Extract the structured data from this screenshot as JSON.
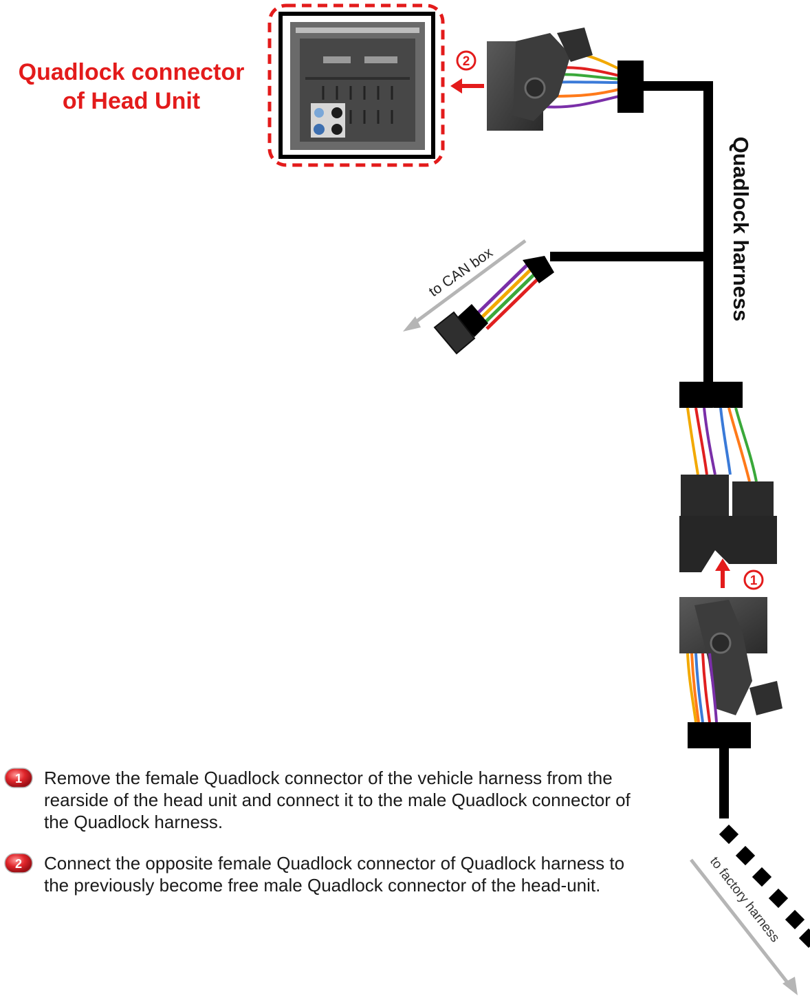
{
  "head_unit_label": {
    "line1": "Quadlock connector",
    "line2": "of Head Unit"
  },
  "harness_label": "Quadlock harness",
  "can_box_label": "to CAN box",
  "factory_label": "to factory harness",
  "markers": {
    "step1": "1",
    "step2": "2"
  },
  "steps": [
    {
      "number": "1",
      "text": "Remove the female Quadlock connector of the vehicle harness from the rearside of the head unit and connect it to the male Quadlock connector of the Quadlock harness."
    },
    {
      "number": "2",
      "text": "Connect the opposite female Quadlock connector of Quadlock harness to the previously become free male Quadlock connector of the head-unit."
    }
  ],
  "colors": {
    "accent_red": "#e31b1b",
    "cable": "#000000",
    "connector_body": "#3a3a3a",
    "arrow_gray": "#b5b5b5",
    "wire_colors": [
      "#7a2fa8",
      "#f2a900",
      "#3aa83a",
      "#e02020",
      "#ffffff"
    ]
  }
}
